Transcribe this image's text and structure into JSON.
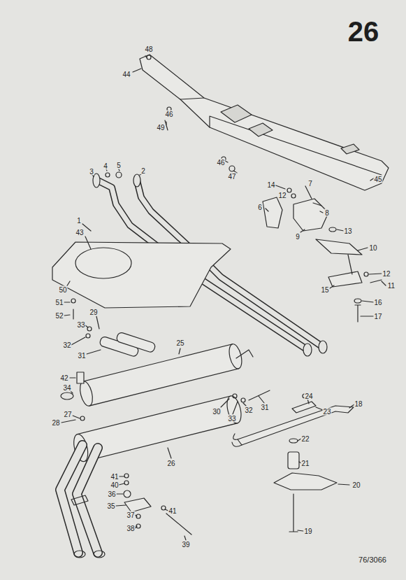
{
  "diagram": {
    "labels": [
      "26",
      "48",
      "44",
      "46",
      "49",
      "46",
      "47",
      "45",
      "3",
      "4",
      "5",
      "2",
      "14",
      "7",
      "12",
      "6",
      "8",
      "9",
      "13",
      "10",
      "43",
      "1",
      "12",
      "11",
      "15",
      "16",
      "17",
      "50",
      "51",
      "52",
      "29",
      "33",
      "32",
      "31",
      "25",
      "42",
      "34",
      "24",
      "30",
      "33",
      "32",
      "31",
      "23",
      "18",
      "27",
      "28",
      "22",
      "26",
      "21",
      "20",
      "41",
      "40",
      "36",
      "19",
      "35",
      "37",
      "41",
      "38",
      "39",
      "76/3066"
    ]
  }
}
